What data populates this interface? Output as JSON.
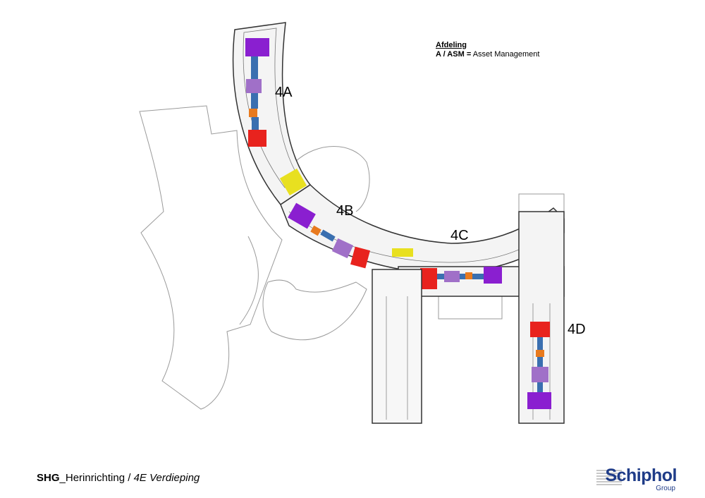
{
  "legend": {
    "heading": "Afdeling",
    "code": "A / ASM",
    "equals": "=",
    "description": "Asset Management"
  },
  "wings": {
    "a": "4A",
    "b": "4B",
    "c": "4C",
    "d": "4D"
  },
  "footer": {
    "project_bold": "SHG",
    "project_rest": "_Herinrichting",
    "separator": " / ",
    "floor": "4E Verdieping"
  },
  "logo": {
    "word": "Schiphol",
    "sub": "Group"
  },
  "colors": {
    "purple": "#8a1fd0",
    "light_purple": "#a070c8",
    "red": "#e8231e",
    "blue": "#3a6fb0",
    "orange": "#e87a1e",
    "yellow": "#e8e020",
    "brand": "#1f3c88"
  }
}
